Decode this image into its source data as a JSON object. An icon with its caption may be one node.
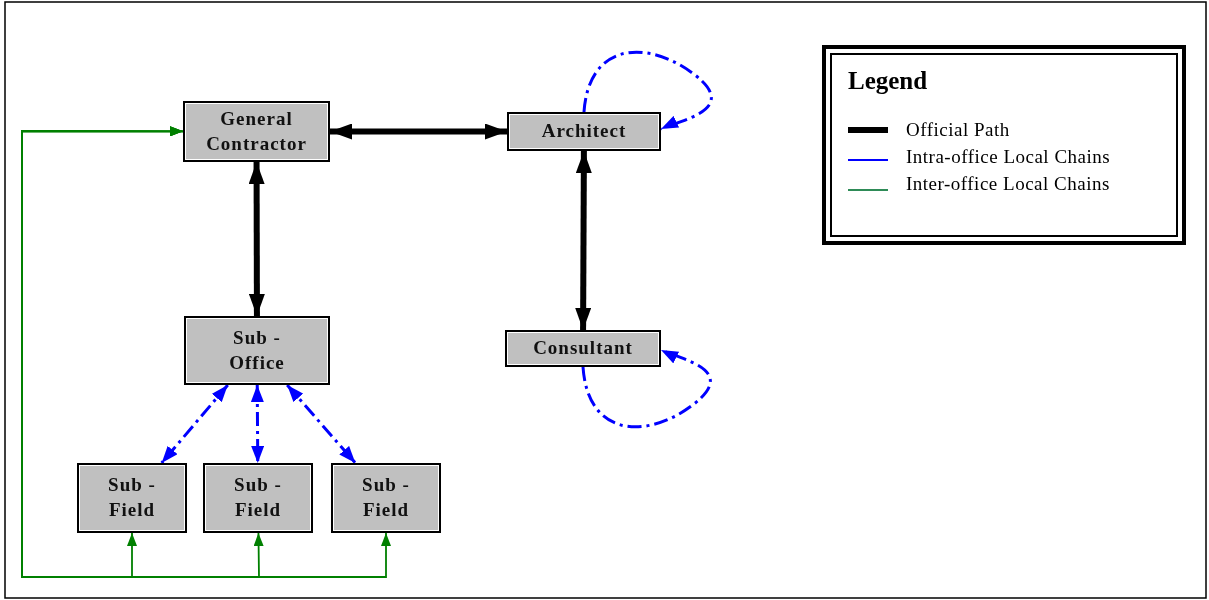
{
  "diagram": {
    "nodes": [
      {
        "text": [
          "General Contractor"
        ]
      },
      {
        "text": [
          "Architect"
        ]
      },
      {
        "text": [
          "Sub - Office"
        ]
      },
      {
        "text": [
          "Consultant"
        ]
      },
      {
        "text": [
          "Sub - Field"
        ]
      },
      {
        "text": [
          "Sub - Field"
        ]
      },
      {
        "text": [
          "Sub - Field"
        ]
      }
    ],
    "edges": [
      {
        "from": 0,
        "to": 1,
        "arrow": "both",
        "style": "thick",
        "color": "#000000"
      },
      {
        "from": 0,
        "to": 2,
        "arrow": "both",
        "style": "thick",
        "color": "#000000"
      },
      {
        "from": 1,
        "to": 3,
        "arrow": "both",
        "style": "thick",
        "color": "#000000"
      },
      {
        "from": 1,
        "to": 1,
        "arrow": "to",
        "style": "dashed",
        "color": "#0000ff"
      },
      {
        "from": 3,
        "to": 3,
        "arrow": "to",
        "style": "dashed",
        "color": "#0000ff"
      },
      {
        "from": 2,
        "to": 4,
        "arrow": "both",
        "style": "dashed",
        "color": "#0000ff"
      },
      {
        "from": 2,
        "to": 5,
        "arrow": "both",
        "style": "dashed",
        "color": "#0000ff"
      },
      {
        "from": 2,
        "to": 6,
        "arrow": "both",
        "style": "dashed",
        "color": "#0000ff"
      },
      {
        "from": 4,
        "to": 0,
        "arrow": "both",
        "color": "#008000"
      },
      {
        "from": 5,
        "to": 0,
        "arrow": "both",
        "color": "#008000"
      },
      {
        "from": 6,
        "to": 0,
        "arrow": "both",
        "color": "#008000"
      }
    ],
    "labels": [
      "Legend"
    ],
    "legend": [
      {
        "text": "Official Path"
      },
      {
        "text": "Intra-office Local Chains"
      },
      {
        "text": "Inter-office Local Chains"
      }
    ]
  }
}
